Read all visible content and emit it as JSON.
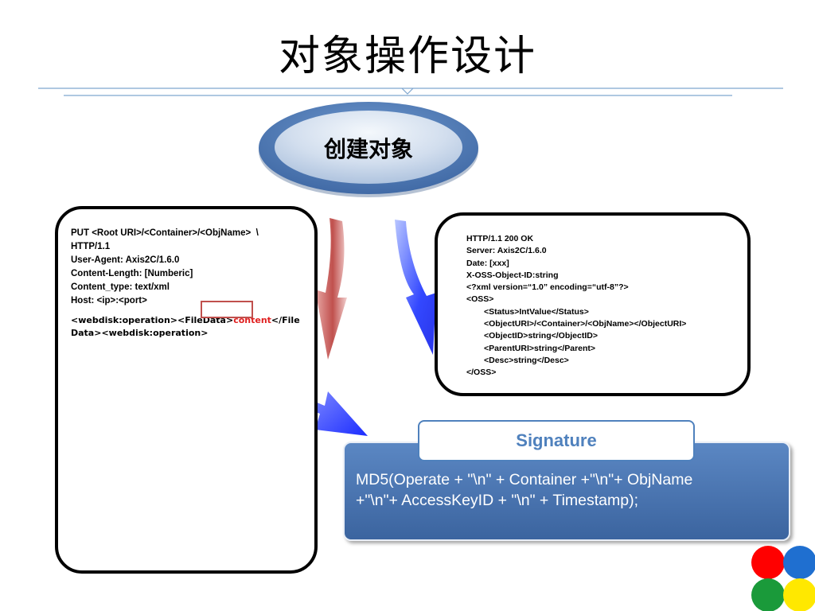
{
  "title": "对象操作设计",
  "center_node": {
    "label": "创建对象"
  },
  "request": {
    "lines": [
      "PUT <Root URI>/<Container>/<ObjName>  \\",
      "HTTP/1.1",
      "User-Agent: Axis2C/1.6.0",
      "Content-Length: [Numberic]",
      "Content_type: text/xml",
      "Host: <ip>:<port>"
    ],
    "body_prefix": "<webdisk:operation><FileData>",
    "body_highlight": "content",
    "body_suffix": "</FileData><webdisk:operation>"
  },
  "response": {
    "lines": [
      "HTTP/1.1 200 OK",
      "Server: Axis2C/1.6.0",
      "Date: [xxx]",
      "X-OSS-Object-ID:string",
      "<?xml version=“1.0” encoding=“utf-8”?>",
      "<OSS>"
    ],
    "indented": [
      "<Status>IntValue</Status>",
      "<ObjectURI>/<Container>/<ObjName></ObjectURI>",
      "<ObjectID>string</ObjectID>",
      "<ParentURI>string</Parent>",
      "<Desc>string</Desc>"
    ],
    "closing": "</OSS>"
  },
  "signature": {
    "label": "Signature",
    "formula_line1": "MD5(Operate + \"\\n\" + Container +\"\\n\"+ ObjName",
    "formula_line2": "+\"\\n\"+ AccessKeyID + \"\\n\" + Timestamp);"
  },
  "colors": {
    "accent_blue": "#4f81bd",
    "panel_blue": "#4a75b3",
    "arrow_red": "#c0504d",
    "arrow_blue": "#2f3cff",
    "logo": [
      "#ff0000",
      "#1f6fd0",
      "#1a9a3a",
      "#ffe800"
    ]
  }
}
